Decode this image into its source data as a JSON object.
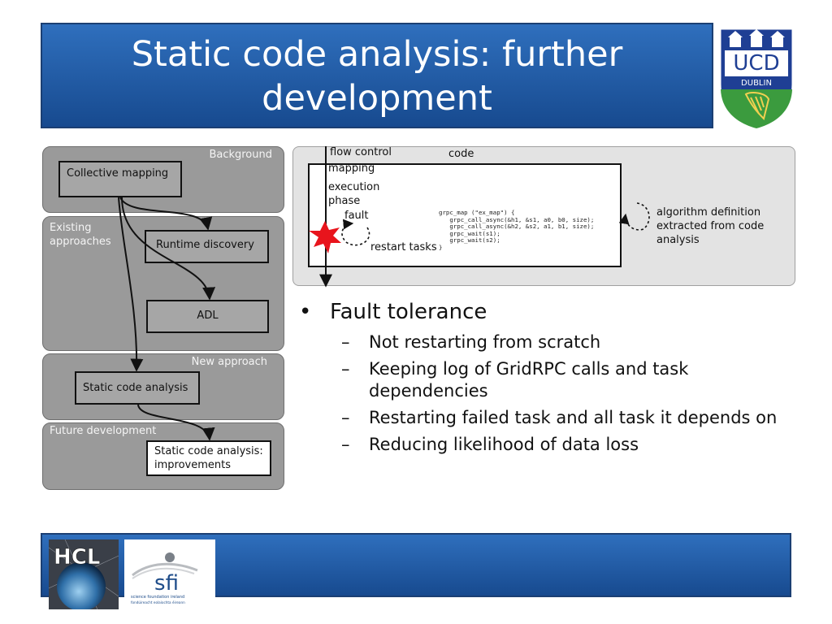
{
  "slide": {
    "title": "Static code analysis: further development"
  },
  "logos": {
    "ucd_top": "UCD",
    "ucd_bottom": "DUBLIN",
    "hcl": "HCL",
    "sfi": "sfi",
    "sfi_line1": "science foundation ireland",
    "sfi_line2": "fondúireacht eolaíochta éireann"
  },
  "diagram": {
    "sections": {
      "background": "Background",
      "existing_line1": "Existing",
      "existing_line2": "approaches",
      "new": "New approach",
      "future": "Future development"
    },
    "boxes": {
      "collective_mapping": "Collective mapping",
      "runtime_discovery": "Runtime discovery",
      "adl": "ADL",
      "static_code_analysis": "Static code analysis",
      "improvements_line1": "Static code analysis:",
      "improvements_line2": "improvements"
    }
  },
  "figure": {
    "flow_control": "flow control",
    "code": "code",
    "mapping": "mapping",
    "execution": "execution",
    "phase": "phase",
    "fault": "fault",
    "restart_tasks": "restart tasks",
    "algorithm_line1": "algorithm definition",
    "algorithm_line2": "extracted from code",
    "algorithm_line3": "analysis",
    "code_lines": "grpc_map (\"ex_map\") {\n   grpc_call_async(&h1, &s1, a0, b0, size);\n   grpc_call_async(&h2, &s2, a1, b1, size);\n   grpc_wait(s1);\n   grpc_wait(s2);\n}"
  },
  "bullets": {
    "main": "Fault tolerance",
    "sub": [
      "Not restarting from scratch",
      "Keeping log of GridRPC calls and task dependencies",
      "Restarting failed task and all task it depends on",
      "Reducing likelihood of data loss"
    ]
  },
  "colors": {
    "title_bar": "#2563b0",
    "panel": "#9a9a9a",
    "fault_star": "#e8141c"
  }
}
